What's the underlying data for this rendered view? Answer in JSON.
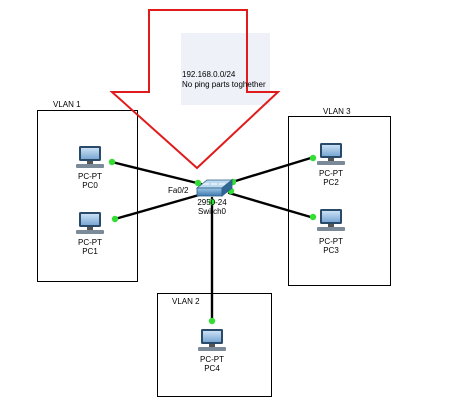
{
  "annotation": {
    "line1": "192.168.0.0/24",
    "line2": "No ping parts toghether"
  },
  "vlans": {
    "vlan1": "VLAN 1",
    "vlan2": "VLAN 2",
    "vlan3": "VLAN 3"
  },
  "switch": {
    "model": "2950-24",
    "name": "Switch0",
    "port_label": "Fa0/2"
  },
  "pcs": [
    {
      "type": "PC-PT",
      "name": "PC0"
    },
    {
      "type": "PC-PT",
      "name": "PC1"
    },
    {
      "type": "PC-PT",
      "name": "PC2"
    },
    {
      "type": "PC-PT",
      "name": "PC3"
    },
    {
      "type": "PC-PT",
      "name": "PC4"
    }
  ],
  "colors": {
    "link": "#000000",
    "port_dot": "#33dd33",
    "arrow": "#e01b1b",
    "switch_body": "#4a8fc1",
    "note_bg": "#eef1f8"
  },
  "icons": {
    "pc": "computer-icon",
    "switch": "switch-icon",
    "arrow": "down-arrow-icon"
  }
}
